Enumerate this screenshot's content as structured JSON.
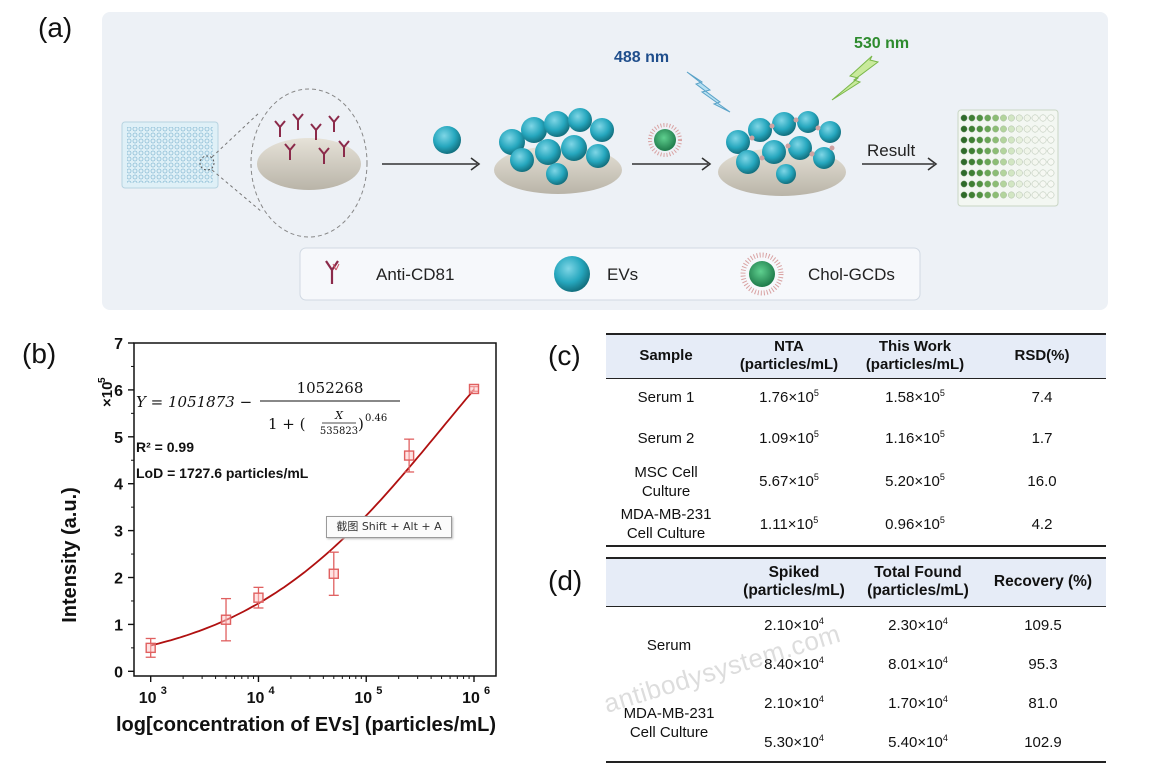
{
  "panel_labels": {
    "a": "(a)",
    "b": "(b)",
    "c": "(c)",
    "d": "(d)"
  },
  "schematic": {
    "laser_488": "488 nm",
    "laser_530": "530 nm",
    "result_label": "Result",
    "legend": {
      "antibody": "Anti-CD81",
      "evs": "EVs",
      "gcds": "Chol-GCDs"
    },
    "colors": {
      "background": "#edf1f6",
      "ev": "#26a7be",
      "antibody": "#8b2a4a",
      "laser_488": "#1f4e8c",
      "laser_530": "#2e8b2e"
    }
  },
  "chart_data": {
    "type": "scatter",
    "xlabel": "log[concentration of EVs] (particles/mL)",
    "ylabel": "Intensity (a.u.)",
    "y_multiplier": "×10",
    "y_multiplier_exp": "5",
    "x_scale": "log",
    "xlim": [
      700,
      1600000
    ],
    "ylim": [
      -0.1,
      7
    ],
    "x_ticks": [
      1000,
      10000,
      100000,
      1000000
    ],
    "x_tick_labels": [
      {
        "base": "10",
        "exp": "3"
      },
      {
        "base": "10",
        "exp": "4"
      },
      {
        "base": "10",
        "exp": "5"
      },
      {
        "base": "10",
        "exp": "6"
      }
    ],
    "y_ticks": [
      0,
      1,
      2,
      3,
      4,
      5,
      6,
      7
    ],
    "y_tick_labels": [
      "0",
      "1",
      "2",
      "3",
      "4",
      "5",
      "6",
      "7"
    ],
    "points": [
      {
        "x": 1000,
        "y": 0.5,
        "err": 0.2
      },
      {
        "x": 5000,
        "y": 1.1,
        "err": 0.45
      },
      {
        "x": 10000,
        "y": 1.57,
        "err": 0.22
      },
      {
        "x": 50000,
        "y": 2.08,
        "err": 0.46
      },
      {
        "x": 250000,
        "y": 4.6,
        "err": 0.35
      },
      {
        "x": 1000000,
        "y": 6.02,
        "err": 0.05
      }
    ],
    "fit": {
      "A1": 1051873,
      "A2": 1052268,
      "x0": 535823,
      "p": 0.46,
      "scale": 100000
    },
    "equation": {
      "left": "Y = 1051873 −",
      "numerator": "1052268",
      "denominator_prefix": "1 + (",
      "frac_numerator": "X",
      "frac_denominator": "535823",
      "denominator_suffix": ")",
      "exponent": "0.46"
    },
    "r2_label": "R² = 0.99",
    "lod_label": "LoD = 1727.6 particles/mL",
    "colors": {
      "marker": "#e06060",
      "fit": "#b01010"
    }
  },
  "tooltip": "截图 Shift + Alt + A",
  "watermark": "antibodysystem.com",
  "table_c": {
    "headers": [
      {
        "l1": "Sample",
        "l2": ""
      },
      {
        "l1": "NTA",
        "l2": "(particles/mL)"
      },
      {
        "l1": "This Work",
        "l2": "(particles/mL)"
      },
      {
        "l1": "RSD(%)",
        "l2": ""
      }
    ],
    "rows": [
      {
        "sample1": "Serum 1",
        "sample2": "",
        "nta_m": "1.76×10",
        "nta_e": "5",
        "tw_m": "1.58×10",
        "tw_e": "5",
        "rsd": "7.4"
      },
      {
        "sample1": "Serum 2",
        "sample2": "",
        "nta_m": "1.09×10",
        "nta_e": "5",
        "tw_m": "1.16×10",
        "tw_e": "5",
        "rsd": "1.7"
      },
      {
        "sample1": "MSC Cell",
        "sample2": "Culture",
        "nta_m": "5.67×10",
        "nta_e": "5",
        "tw_m": "5.20×10",
        "tw_e": "5",
        "rsd": "16.0"
      },
      {
        "sample1": "MDA-MB-231",
        "sample2": "Cell Culture",
        "nta_m": "1.11×10",
        "nta_e": "5",
        "tw_m": "0.96×10",
        "tw_e": "5",
        "rsd": "4.2"
      }
    ]
  },
  "table_d": {
    "headers": [
      {
        "l1": "",
        "l2": ""
      },
      {
        "l1": "Spiked",
        "l2": "(particles/mL)"
      },
      {
        "l1": "Total Found",
        "l2": "(particles/mL)"
      },
      {
        "l1": "Recovery (%)",
        "l2": ""
      }
    ],
    "groups": [
      {
        "l1": "Serum",
        "l2": ""
      },
      {
        "l1": "MDA-MB-231",
        "l2": "Cell Culture"
      }
    ],
    "rows": [
      {
        "sp_m": "2.10×10",
        "sp_e": "4",
        "tf_m": "2.30×10",
        "tf_e": "4",
        "rec": "109.5"
      },
      {
        "sp_m": "8.40×10",
        "sp_e": "4",
        "tf_m": "8.01×10",
        "tf_e": "4",
        "rec": "95.3"
      },
      {
        "sp_m": "2.10×10",
        "sp_e": "4",
        "tf_m": "1.70×10",
        "tf_e": "4",
        "rec": "81.0"
      },
      {
        "sp_m": "5.30×10",
        "sp_e": "4",
        "tf_m": "5.40×10",
        "tf_e": "4",
        "rec": "102.9"
      }
    ]
  }
}
